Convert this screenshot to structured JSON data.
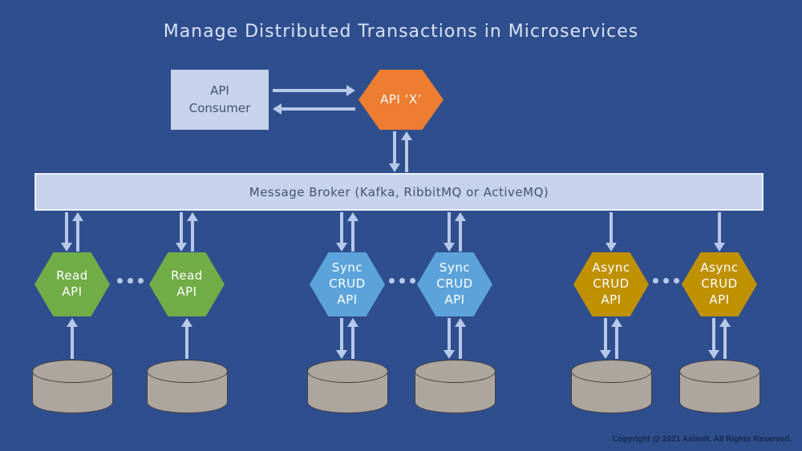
{
  "title": "Manage Distributed Transactions in Microservices",
  "colors": {
    "background": "#2F4E8E",
    "panel_fill": "#C7D2EC",
    "panel_border": "#EAF0FA",
    "panel_text": "#44546A",
    "orange": "#ED7D31",
    "green": "#70AD47",
    "blue": "#5CA3DB",
    "gold": "#BF9000",
    "arrow": "#B7C8EA",
    "db_fill": "#ADA69F",
    "db_border": "#404040",
    "title_text": "#D8E2F4",
    "copyright_text": "#16294E",
    "hex_text": "#FFFFFF"
  },
  "nodes": {
    "api_consumer": {
      "label": "API\nConsumer"
    },
    "api_x": {
      "label": "API ‘X’"
    },
    "message_broker": {
      "label": "Message Broker (Kafka, RibbitMQ or ActiveMQ)"
    },
    "read_api": {
      "label": "Read\nAPI"
    },
    "sync_crud_api": {
      "label": "Sync\nCRUD\nAPI"
    },
    "async_crud_api": {
      "label": "Async\nCRUD\nAPI"
    }
  },
  "footer": {
    "copyright": "Copyright @ 2021 Axisoft. All Rights Reserved."
  }
}
